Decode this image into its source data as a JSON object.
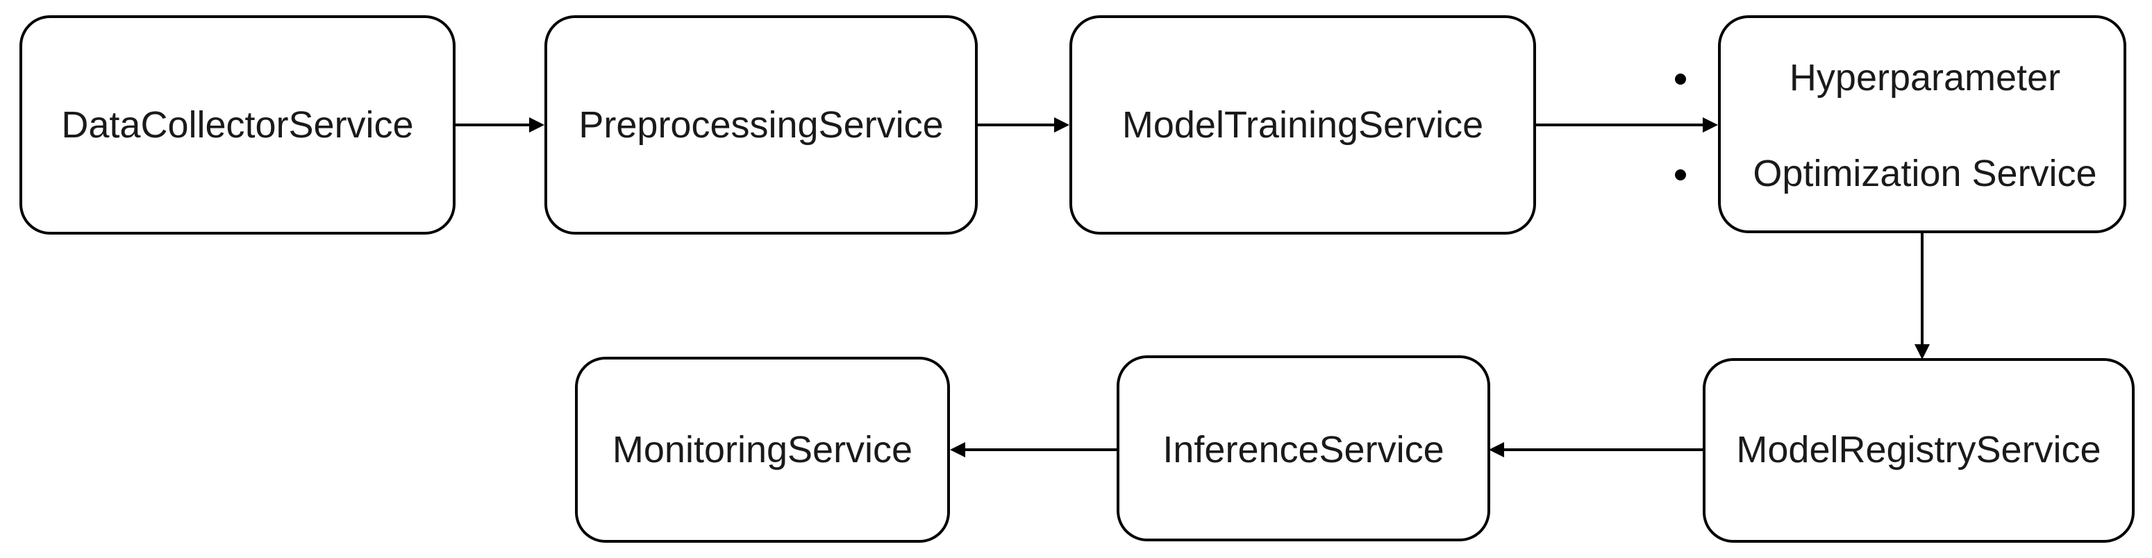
{
  "colors": {
    "background": "#ffffff",
    "stroke": "#000000",
    "text": "#1a1a1a"
  },
  "nodes": {
    "data_collector": {
      "label": "DataCollectorService"
    },
    "preprocessing": {
      "label": "PreprocessingService"
    },
    "model_training": {
      "label": "ModelTrainingService"
    },
    "hyperparameter": {
      "lines": [
        "Hyperparameter",
        "Optimization Service"
      ]
    },
    "model_registry": {
      "label": "ModelRegistryService"
    },
    "inference": {
      "label": "InferenceService"
    },
    "monitoring": {
      "label": "MonitoringService"
    }
  },
  "edges": [
    {
      "from": "DataCollectorService",
      "to": "PreprocessingService"
    },
    {
      "from": "PreprocessingService",
      "to": "ModelTrainingService"
    },
    {
      "from": "ModelTrainingService",
      "to": "Hyperparameter Optimization Service"
    },
    {
      "from": "Hyperparameter Optimization Service",
      "to": "ModelRegistryService"
    },
    {
      "from": "ModelRegistryService",
      "to": "InferenceService"
    },
    {
      "from": "InferenceService",
      "to": "MonitoringService"
    }
  ]
}
